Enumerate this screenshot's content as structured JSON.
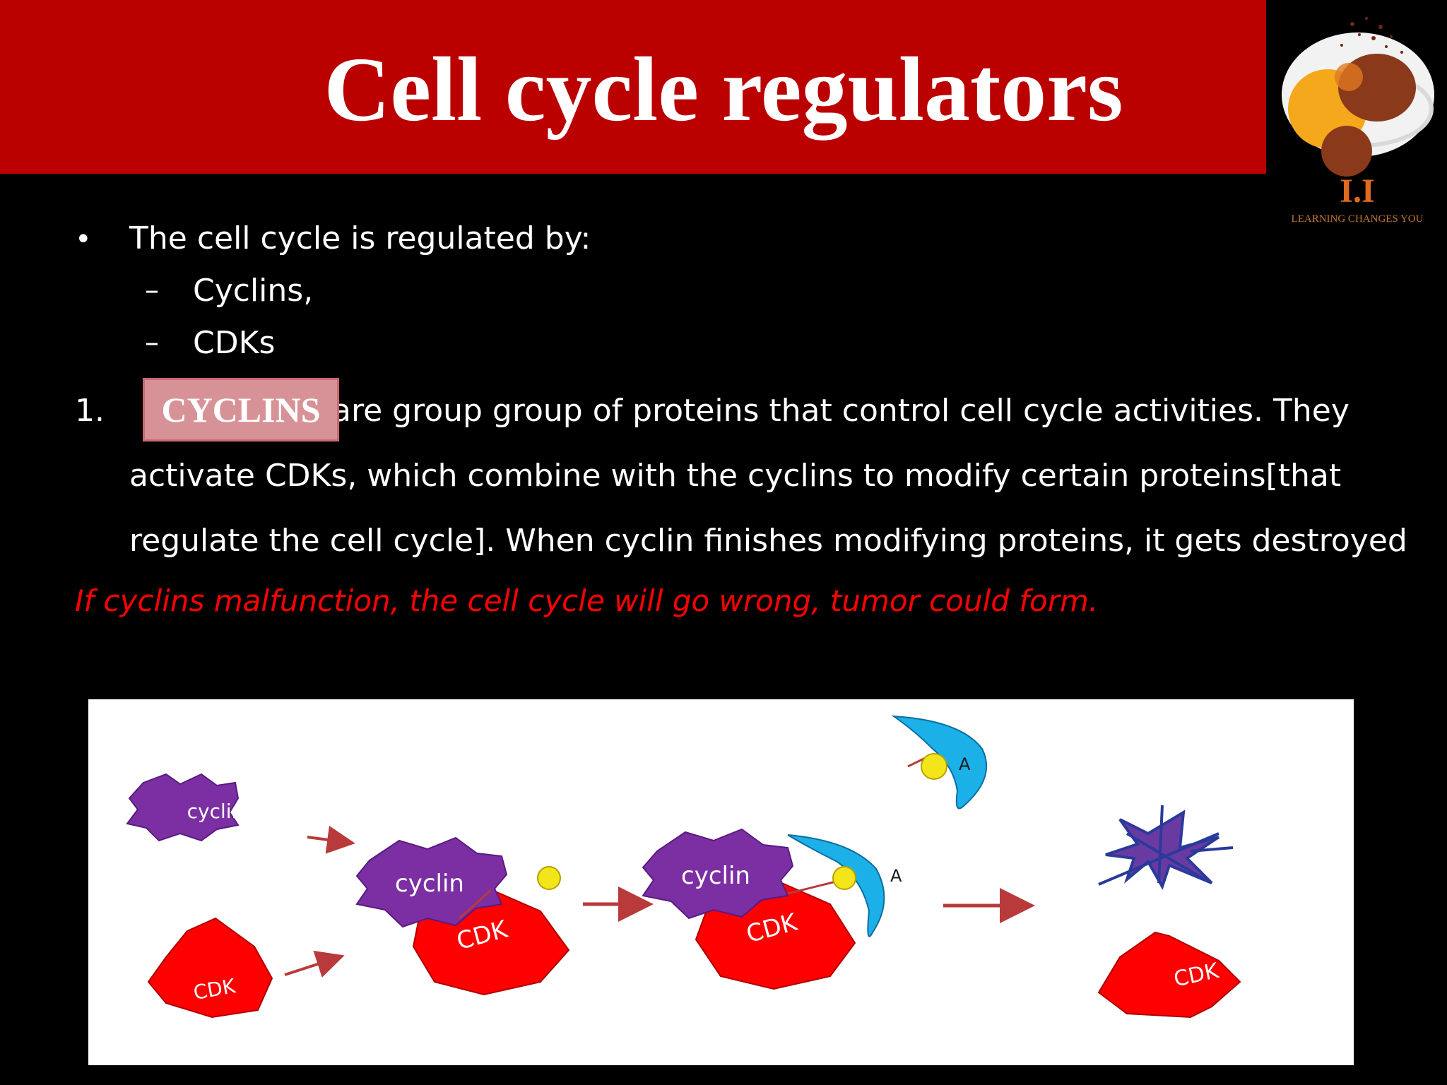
{
  "slide": {
    "title": "Cell cycle regulators",
    "logo_mark": "I.I",
    "logo_tagline": "LEARNING CHANGES YOU",
    "bullet_intro": "The cell cycle is regulated by:",
    "sub_items": [
      "Cyclins,",
      "CDKs"
    ],
    "numbered": {
      "number": "1.",
      "highlight": "CYCLINS",
      "line1": "are group group of proteins that control cell cycle activities. They",
      "line2": "activate CDKs, which combine with the cyclins to modify certain proteins[that",
      "line3": "regulate the cell cycle]. When cyclin finishes modifying proteins, it gets destroyed"
    },
    "warning": "If cyclins malfunction, the cell cycle will go wrong, tumor could form."
  },
  "diagram": {
    "labels": {
      "cyclin": "cyclin",
      "cdk": "CDK",
      "activator": "A"
    },
    "colors": {
      "cyclin": "#7b2fa3",
      "cdk": "#ff0000",
      "activator": "#1cb0e8",
      "phosphate": "#f2e51a",
      "arrow": "#b83a3a",
      "title_bar": "#bb0000",
      "warning_text": "#ff0000"
    }
  }
}
